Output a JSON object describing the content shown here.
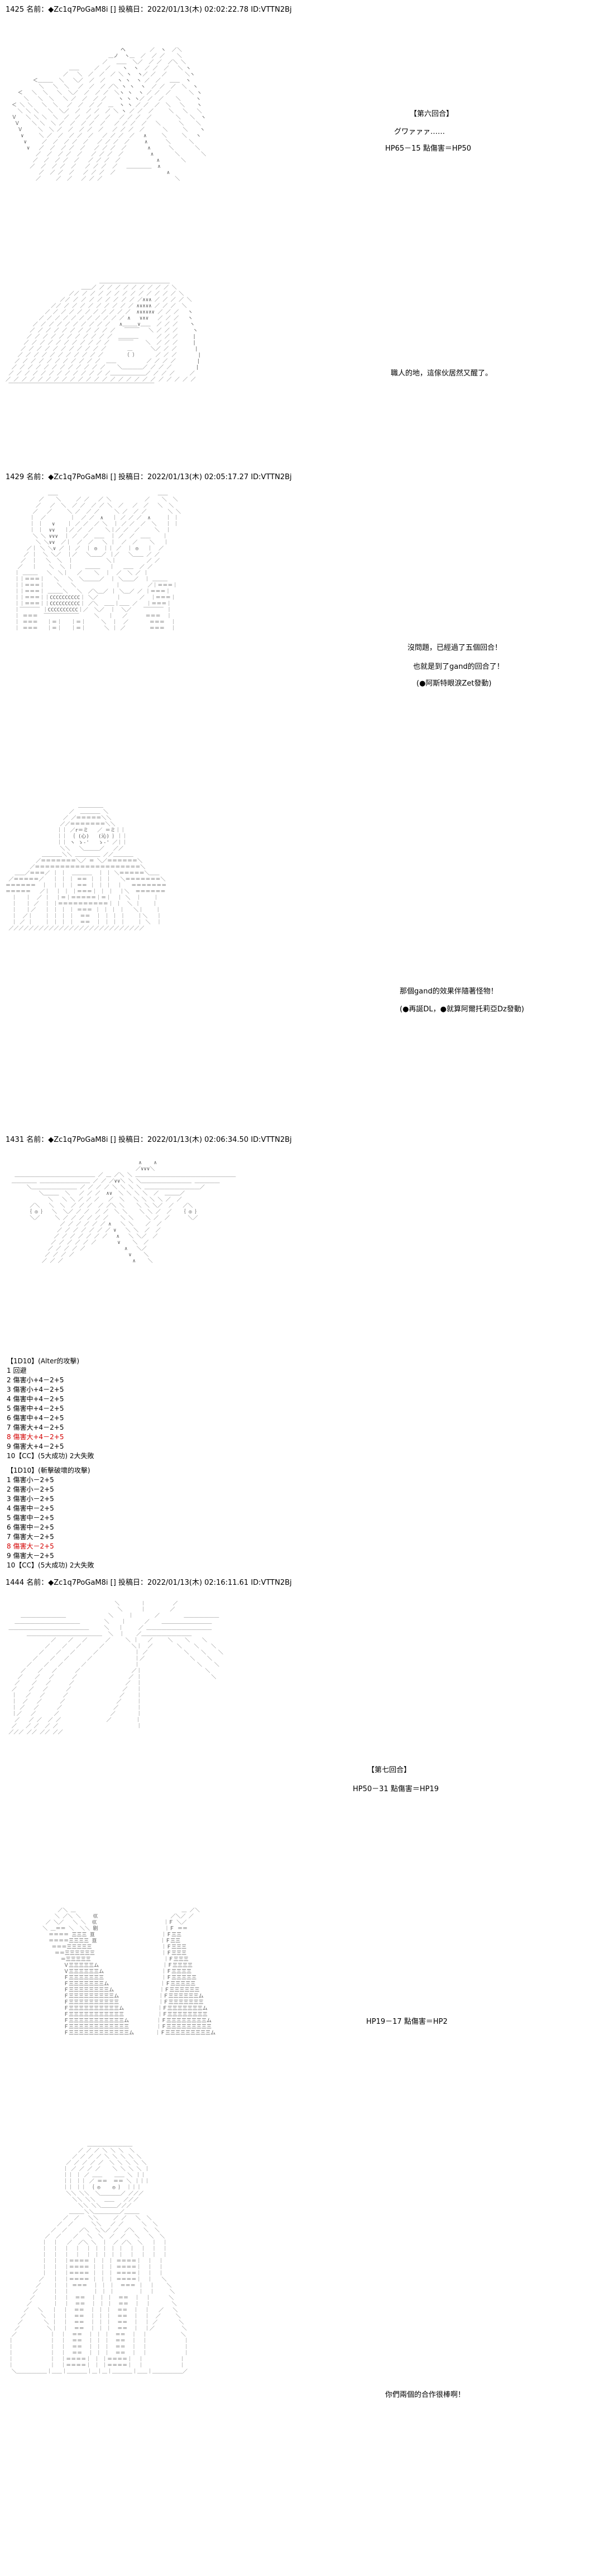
{
  "posts": [
    {
      "header": "1425 名前：◆Zc1q7PoGaM8i [] 投稿日：2022/01/13(木) 02:02:22.78 ID:VTTN2Bj",
      "panels": [
        {
          "lines": [
            "【第六回合】",
            "グワァァァ……",
            "",
            "HP65－15 點傷害＝HP50"
          ]
        },
        {
          "lines": [
            "職人的地，這傢伙居然又醒了。"
          ]
        }
      ]
    },
    {
      "header": "1429 名前：◆Zc1q7PoGaM8i [] 投稿日：2022/01/13(木) 02:05:17.27 ID:VTTN2Bj",
      "panels": [
        {
          "lines": [
            "沒問題，已經過了五個回合！",
            "也就是到了gand的回合了！",
            "(●阿斯特眼淚Zet發動)"
          ]
        },
        {
          "lines": [
            "那個gand的效果伴隨著怪物！",
            "(●再誕DL，●就算阿爾托莉亞Dz發動)"
          ]
        }
      ]
    },
    {
      "header": "1431 名前：◆Zc1q7PoGaM8i [] 投稿日：2022/01/13(木) 02:06:34.50 ID:VTTN2Bj",
      "dice_groups": [
        {
          "title": "【1D10】(Alter的攻擊)",
          "lines": [
            "1 回避",
            "2 傷害小+4－2+5",
            "3 傷害小+4－2+5",
            "4 傷害中+4－2+5",
            "5 傷害中+4－2+5",
            "6 傷害中+4－2+5",
            "7 傷害大+4－2+5",
            "8 傷害大+4－2+5",
            "9 傷害大+4－2+5",
            "10【CC】(5大成功) 2大失敗"
          ]
        },
        {
          "title": "【1D10】(斬擊破壞的攻擊)",
          "lines": [
            "1 傷害小－2+5",
            "2 傷害小－2+5",
            "3 傷害小－2+5",
            "4 傷害中－2+5",
            "5 傷害中－2+5",
            "6 傷害中－2+5",
            "7 傷害大－2+5",
            "8 傷害大－2+5",
            "9 傷害大－2+5",
            "10【CC】(5大成功) 2大失敗"
          ]
        }
      ]
    },
    {
      "header": "1444 名前：◆Zc1q7PoGaM8i [] 投稿日：2022/01/13(木) 02:16:11.61 ID:VTTN2Bj",
      "panels": [
        {
          "lines": [
            "【第七回合】",
            "",
            "HP50－31 點傷害＝HP19"
          ]
        },
        {
          "lines": [
            "HP19－17 點傷害＝HP2"
          ]
        },
        {
          "lines": [
            "你們兩個的合作很棒啊！"
          ]
        }
      ]
    }
  ],
  "accent_color": "#d40000"
}
